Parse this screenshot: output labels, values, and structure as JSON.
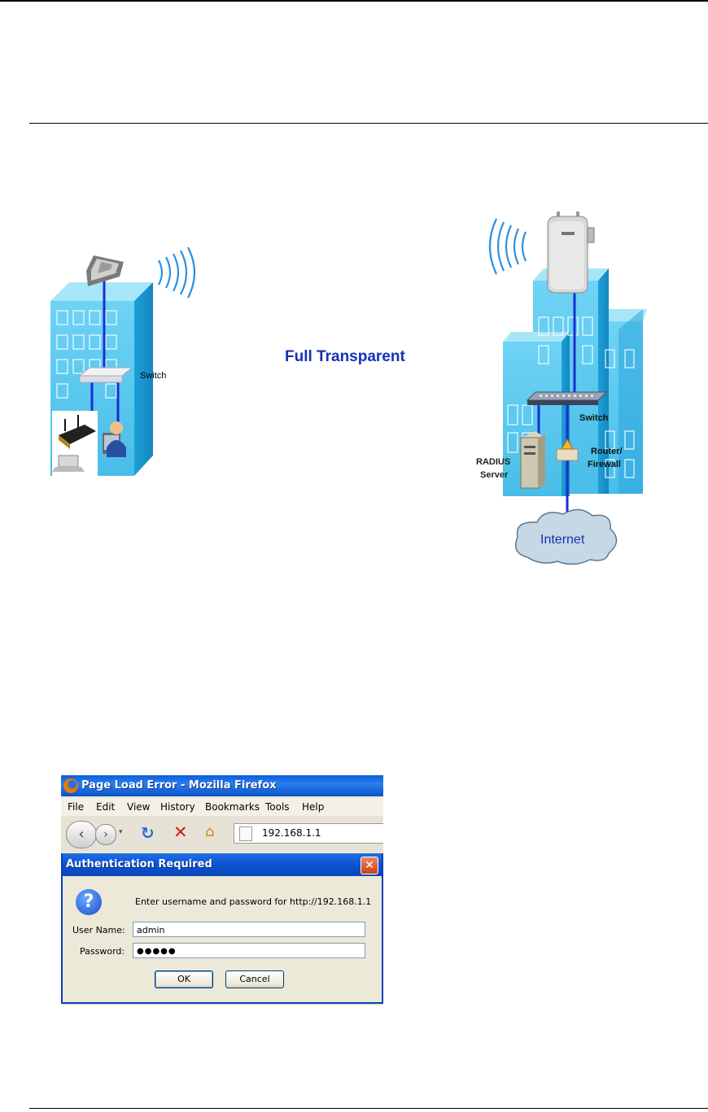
{
  "diagram": {
    "center_label": "Full Transparent",
    "left_switch_label": "Switch",
    "right_switch_label": "Switch",
    "radius_label_1": "RADIUS",
    "radius_label_2": "Server",
    "router_label_1": "Router/",
    "router_label_2": "Firewall",
    "internet_label": "Internet"
  },
  "browser": {
    "window_title": "Page Load Error - Mozilla Firefox",
    "menu": [
      "File",
      "Edit",
      "View",
      "History",
      "Bookmarks",
      "Tools",
      "Help"
    ],
    "url": "192.168.1.1"
  },
  "dialog": {
    "title": "Authentication Required",
    "message": "Enter username and password for http://192.168.1.1",
    "username_label": "User Name:",
    "username_value": "admin",
    "password_label": "Password:",
    "password_value": "●●●●●",
    "ok_label": "OK",
    "cancel_label": "Cancel"
  },
  "colors": {
    "building": "#5cc8ee",
    "cable": "#1a2fd0",
    "label_blue": "#1630b8"
  }
}
